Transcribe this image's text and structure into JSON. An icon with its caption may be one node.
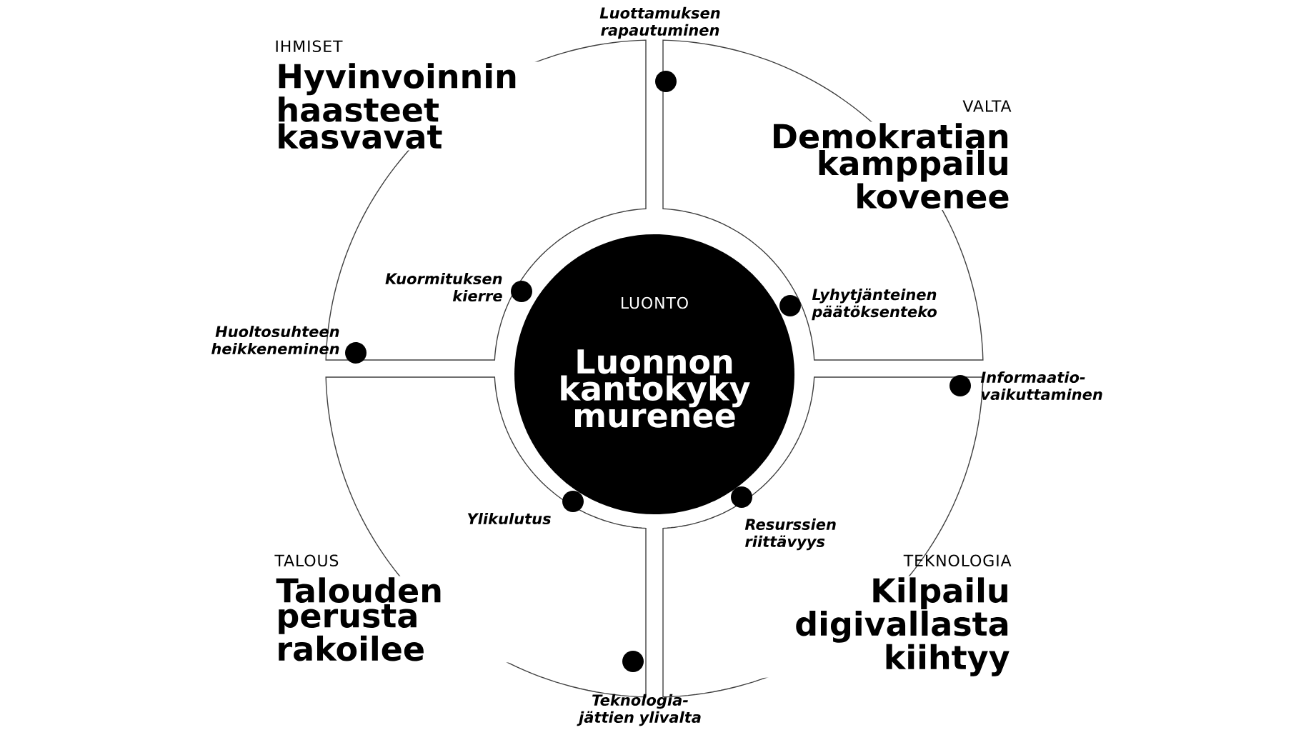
{
  "diagram": {
    "nodes": [
      {
        "text": [
          "IHMISET",
          "Hyvinvoinnin haasteet kasvavat"
        ]
      },
      {
        "text": [
          "VALTA",
          "Demokratian kamppailu kovenee"
        ]
      },
      {
        "text": [
          "LUONTO",
          "Luonnon kantokyky murenee"
        ]
      },
      {
        "text": [
          "TALOUS",
          "Talouden perusta rakoilee"
        ]
      },
      {
        "text": [
          "TEKNOLOGIA",
          "Kilpailu digivallasta kiihtyy"
        ]
      }
    ],
    "labels": [
      "Luottamuksen rapautuminen",
      "Kuormituksen kierre",
      "Lyhytjänteinen päätöksenteko",
      "Huoltosuhteen heikkeneminen",
      "Informaatio- vaikuttaminen",
      "Ylikulutus",
      "Resurssien riittävyys",
      "Teknologia- jättien ylivalta"
    ]
  }
}
